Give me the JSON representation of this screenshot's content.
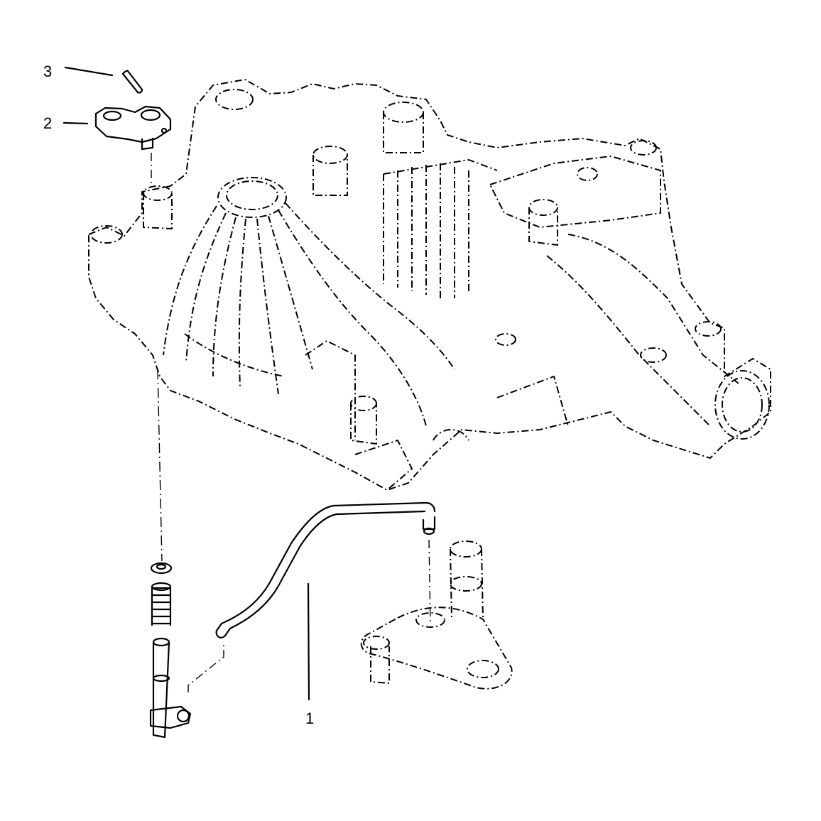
{
  "callouts": {
    "one": "1",
    "two": "2",
    "three": "3"
  },
  "colors": {
    "ink": "#000000",
    "paper": "#ffffff"
  }
}
